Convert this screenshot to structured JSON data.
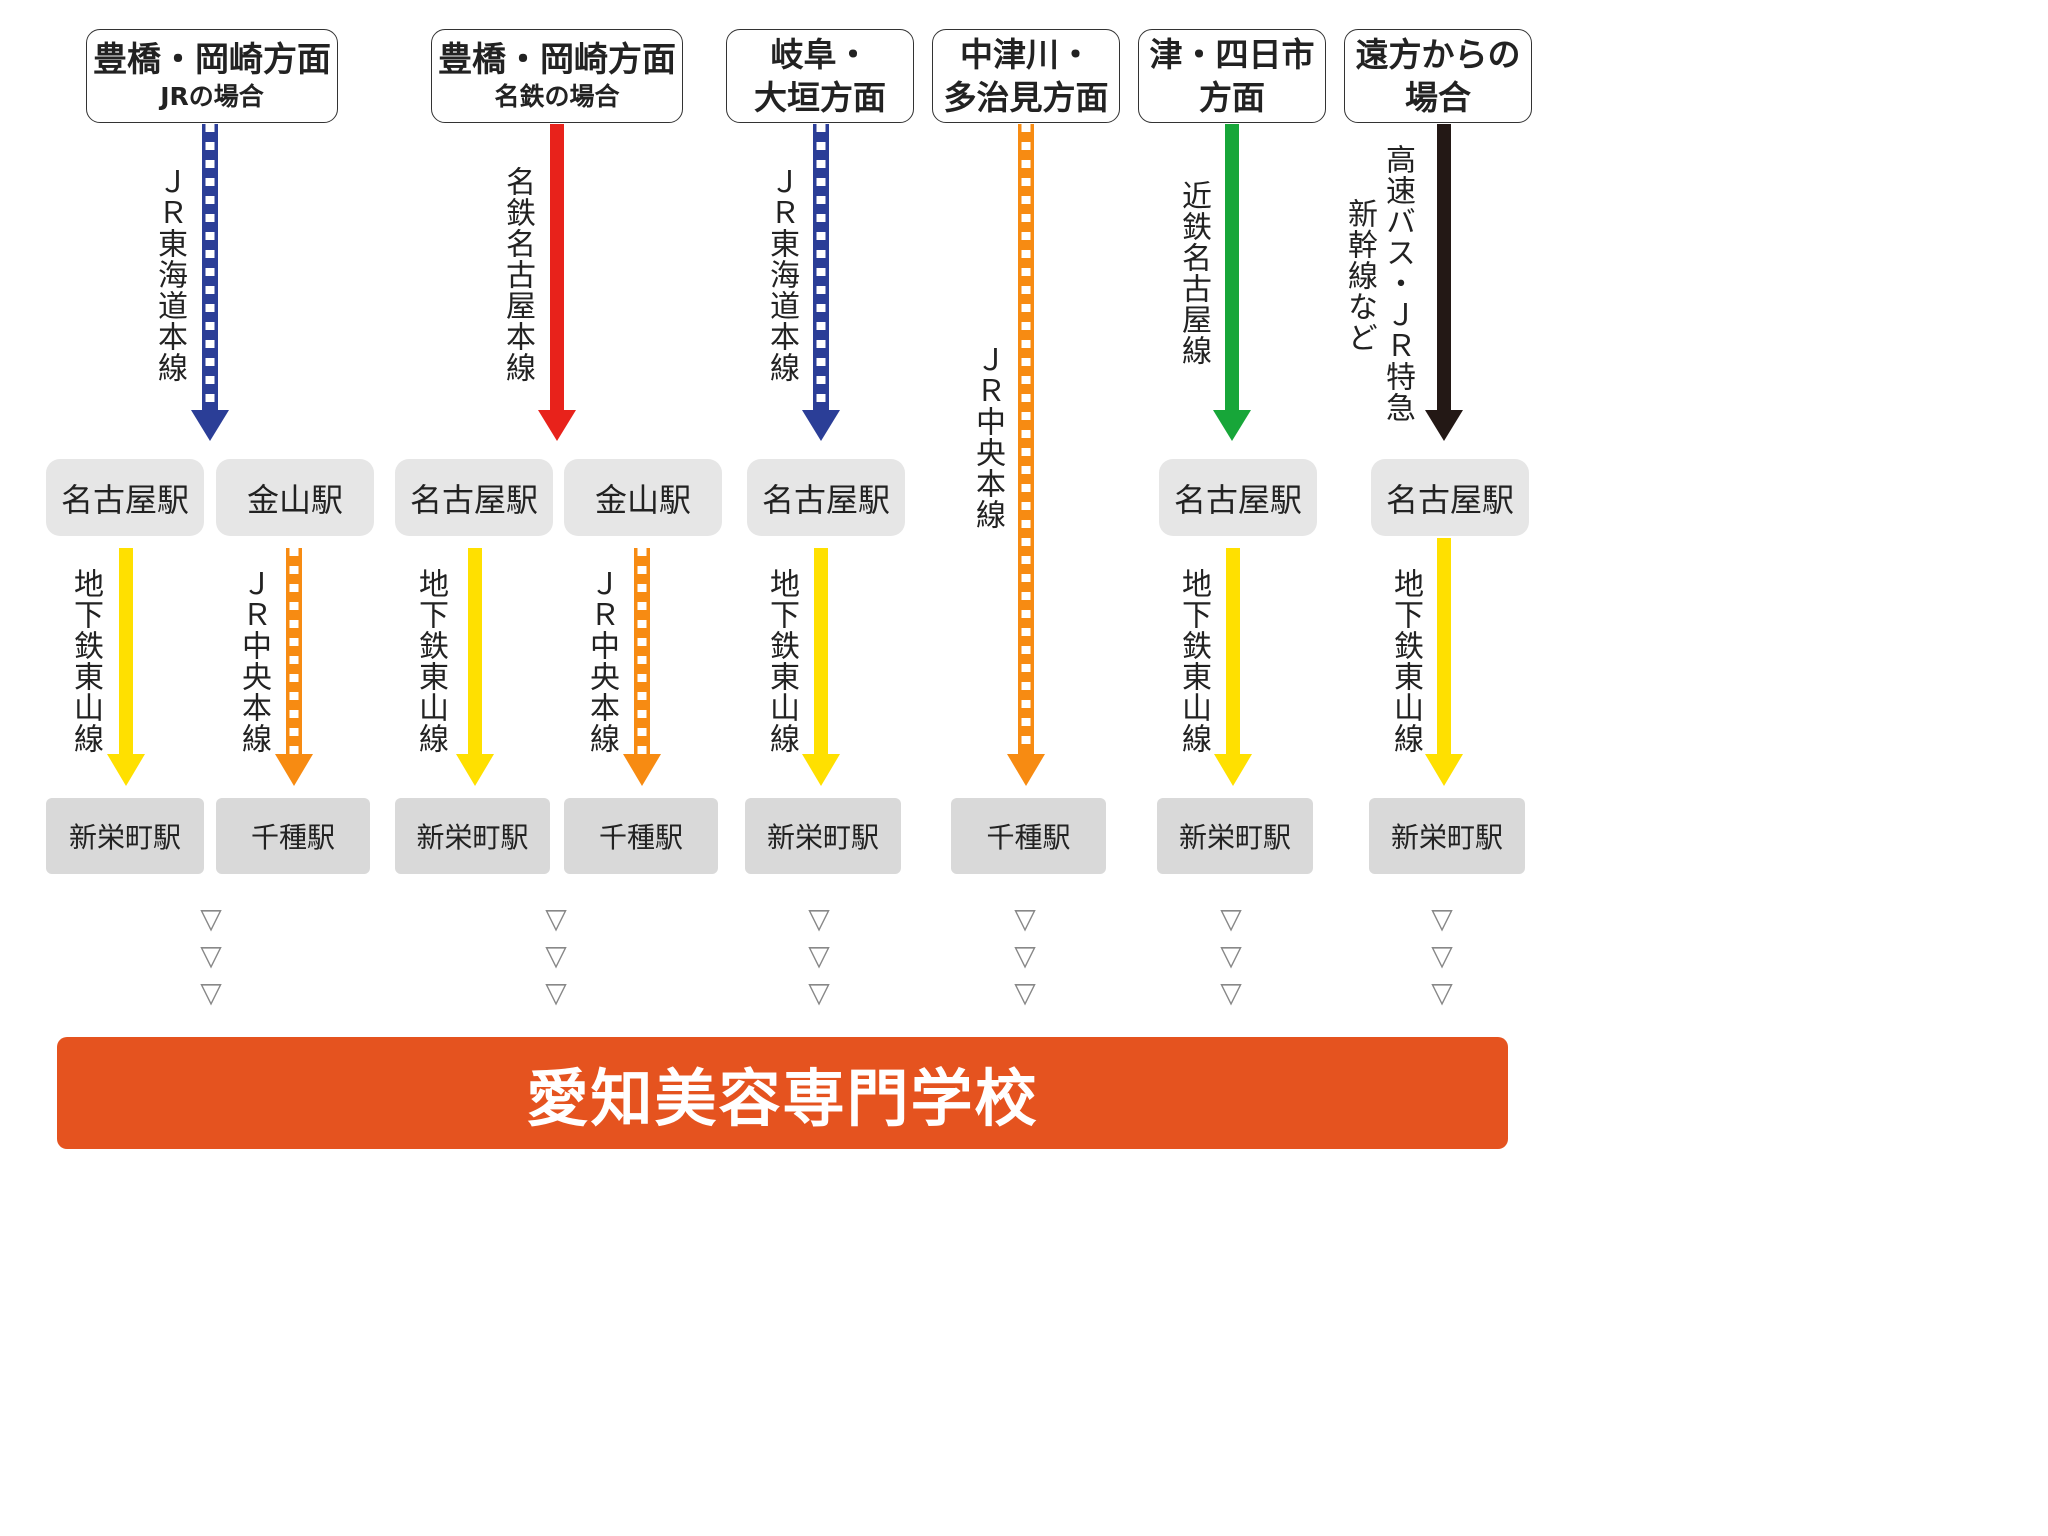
{
  "origins": [
    {
      "line1": "豊橋・岡崎方面",
      "line2": "JRの場合"
    },
    {
      "line1": "豊橋・岡崎方面",
      "line2": "名鉄の場合"
    },
    {
      "line1": "岐阜・",
      "line2": "大垣方面"
    },
    {
      "line1": "中津川・",
      "line2": "多治見方面"
    },
    {
      "line1": "津・四日市",
      "line2": "方面"
    },
    {
      "line1": "遠方からの",
      "line2": "場合"
    }
  ],
  "lines": {
    "jr_tokaido": "ＪＲ東海道本線",
    "meitetsu": "名鉄名古屋本線",
    "jr_chuo": "ＪＲ中央本線",
    "kintetsu": "近鉄名古屋線",
    "far_line1": "高速バス・ＪＲ特急",
    "far_line2": "新幹線など",
    "subway_higashiyama": "地下鉄東山線"
  },
  "stations": {
    "nagoya": "名古屋駅",
    "kanayama": "金山駅",
    "shinsakaemachi": "新栄町駅",
    "chikusa": "千種駅"
  },
  "school_name": "愛知美容専門学校",
  "triangle": "▽",
  "colors": {
    "jr_tokaido": "#2b3e97",
    "meitetsu": "#e8221b",
    "jr_chuo": "#f78b12",
    "kintetsu": "#17a639",
    "far": "#231815",
    "subway": "#ffe000",
    "school": "#e5531f"
  }
}
